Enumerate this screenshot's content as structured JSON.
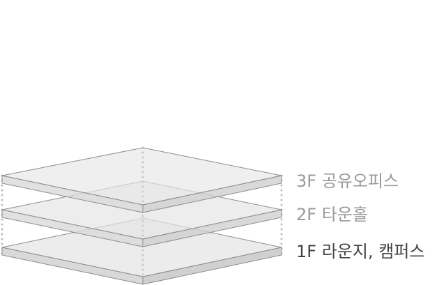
{
  "floors": [
    {
      "level": 3,
      "label": "3F 공유오피스",
      "color": "#9a9a9a"
    },
    {
      "level": 2,
      "label": "2F 타운홀",
      "color": "#9a9a9a"
    },
    {
      "level": 1,
      "label": "1F 라운지, 캠퍼스",
      "color": "#444444"
    }
  ],
  "colors": {
    "slab_top": "#e6e6e6",
    "slab_side": "#d9d9d9",
    "slab_edge": "#8c8c8c",
    "dots": "#bcbcbc"
  }
}
